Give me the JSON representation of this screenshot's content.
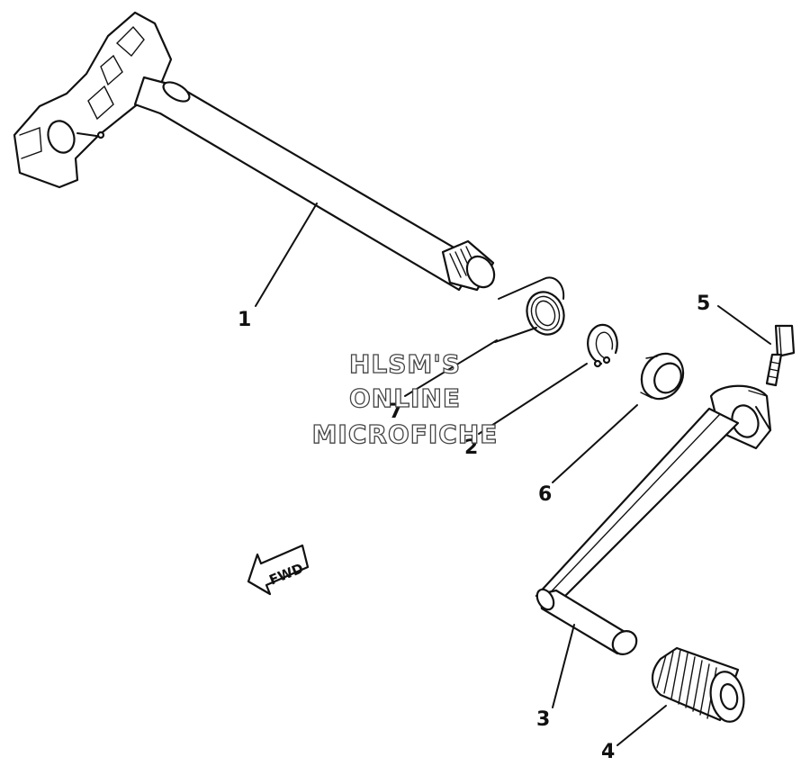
{
  "parts": [
    {
      "id": "shaft",
      "number": "1"
    },
    {
      "id": "circlip",
      "number": "2"
    },
    {
      "id": "pedal",
      "number": "3"
    },
    {
      "id": "rubber",
      "number": "4"
    },
    {
      "id": "bolt",
      "number": "5"
    },
    {
      "id": "seal",
      "number": "6"
    },
    {
      "id": "spring",
      "number": "7"
    }
  ],
  "direction_label": "FWD",
  "watermark": {
    "line1": "HLSM'S",
    "line2": "ONLINE",
    "line3": "MICROFICHE"
  }
}
